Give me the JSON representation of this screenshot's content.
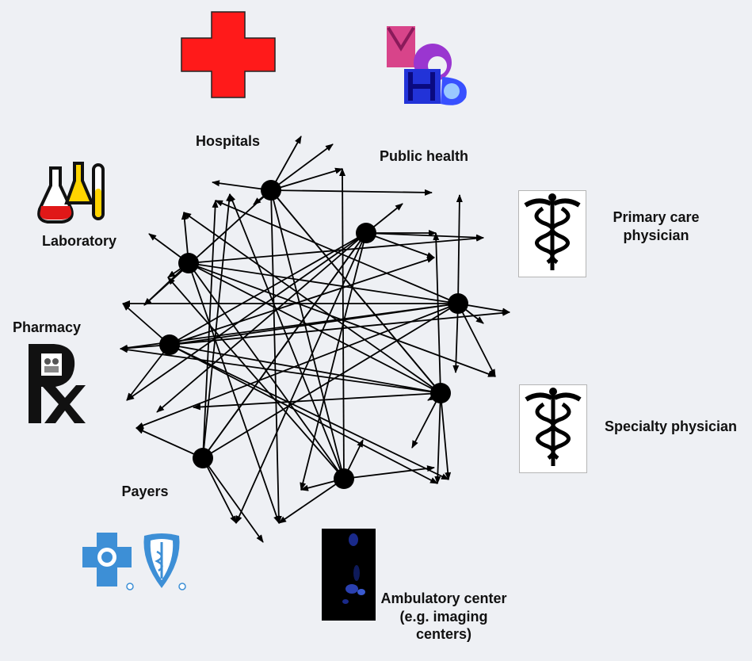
{
  "diagram": {
    "labels": {
      "hospitals": "Hospitals",
      "public_health": "Public health",
      "primary_care": "Primary care\nphysician",
      "laboratory": "Laboratory",
      "pharmacy": "Pharmacy",
      "specialty": "Specialty physician",
      "payers": "Payers",
      "ambulatory": "Ambulatory center\n(e.g. imaging\ncenters)"
    },
    "icons": {
      "hospital": "red-cross-icon",
      "public_health": "mchd-logo-icon",
      "laboratory": "lab-flasks-icon",
      "primary_care": "caduceus-icon",
      "specialty": "caduceus-icon",
      "pharmacy": "rx-icon",
      "payers": "blue-cross-blue-shield-icon",
      "ambulatory": "imaging-scan-icon"
    },
    "colors": {
      "cross_red": "#ff1a1a",
      "payer_blue": "#3d8fd6",
      "arrow": "#000000"
    }
  }
}
